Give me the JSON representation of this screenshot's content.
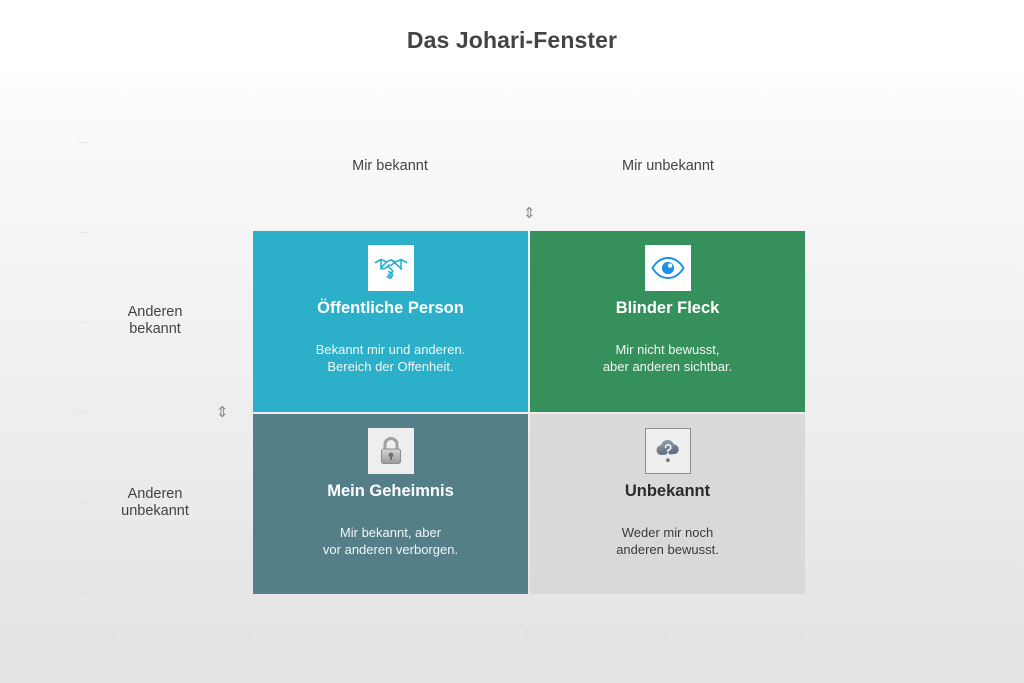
{
  "page": {
    "title": "Das Johari-Fenster",
    "background_top": "#ffffff",
    "background_bottom": "#e3e3e3"
  },
  "axes": {
    "columns": [
      {
        "label": "Mir bekannt"
      },
      {
        "label": "Mir unbekannt"
      }
    ],
    "rows": [
      {
        "line1": "Anderen",
        "line2": "bekannt"
      },
      {
        "line1": "Anderen",
        "line2": "unbekannt"
      }
    ]
  },
  "handles": {
    "vertical_splitter": "⇕",
    "horizontal_splitter": "⇕"
  },
  "quadrants": [
    {
      "id": "public",
      "title": "Öffentliche Person",
      "desc_line1": "Bekannt mir und anderen.",
      "desc_line2": "Bereich der Offenheit.",
      "icon": "handshake-icon",
      "color": "#2cafc8",
      "icon_color": "#29b0c9",
      "text_color": "#ffffff"
    },
    {
      "id": "blind-spot",
      "title": "Blinder Fleck",
      "desc_line1": "Mir nicht bewusst,",
      "desc_line2": "aber anderen sichtbar.",
      "icon": "eye-icon",
      "color": "#35905b",
      "icon_color": "#1e90e8",
      "text_color": "#ffffff"
    },
    {
      "id": "secret",
      "title": "Mein Geheimnis",
      "desc_line1": "Mir bekannt, aber",
      "desc_line2": "vor anderen verborgen.",
      "icon": "lock-icon",
      "color": "#547e88",
      "icon_color": "#9b9b9b",
      "text_color": "#ffffff"
    },
    {
      "id": "unknown",
      "title": "Unbekannt",
      "desc_line1": "Weder mir noch",
      "desc_line2": "anderen bewusst.",
      "icon": "cloud-question-icon",
      "color": "#d9d9d9",
      "icon_color": "#7f8b96",
      "text_color": "#2b2b2b"
    }
  ]
}
